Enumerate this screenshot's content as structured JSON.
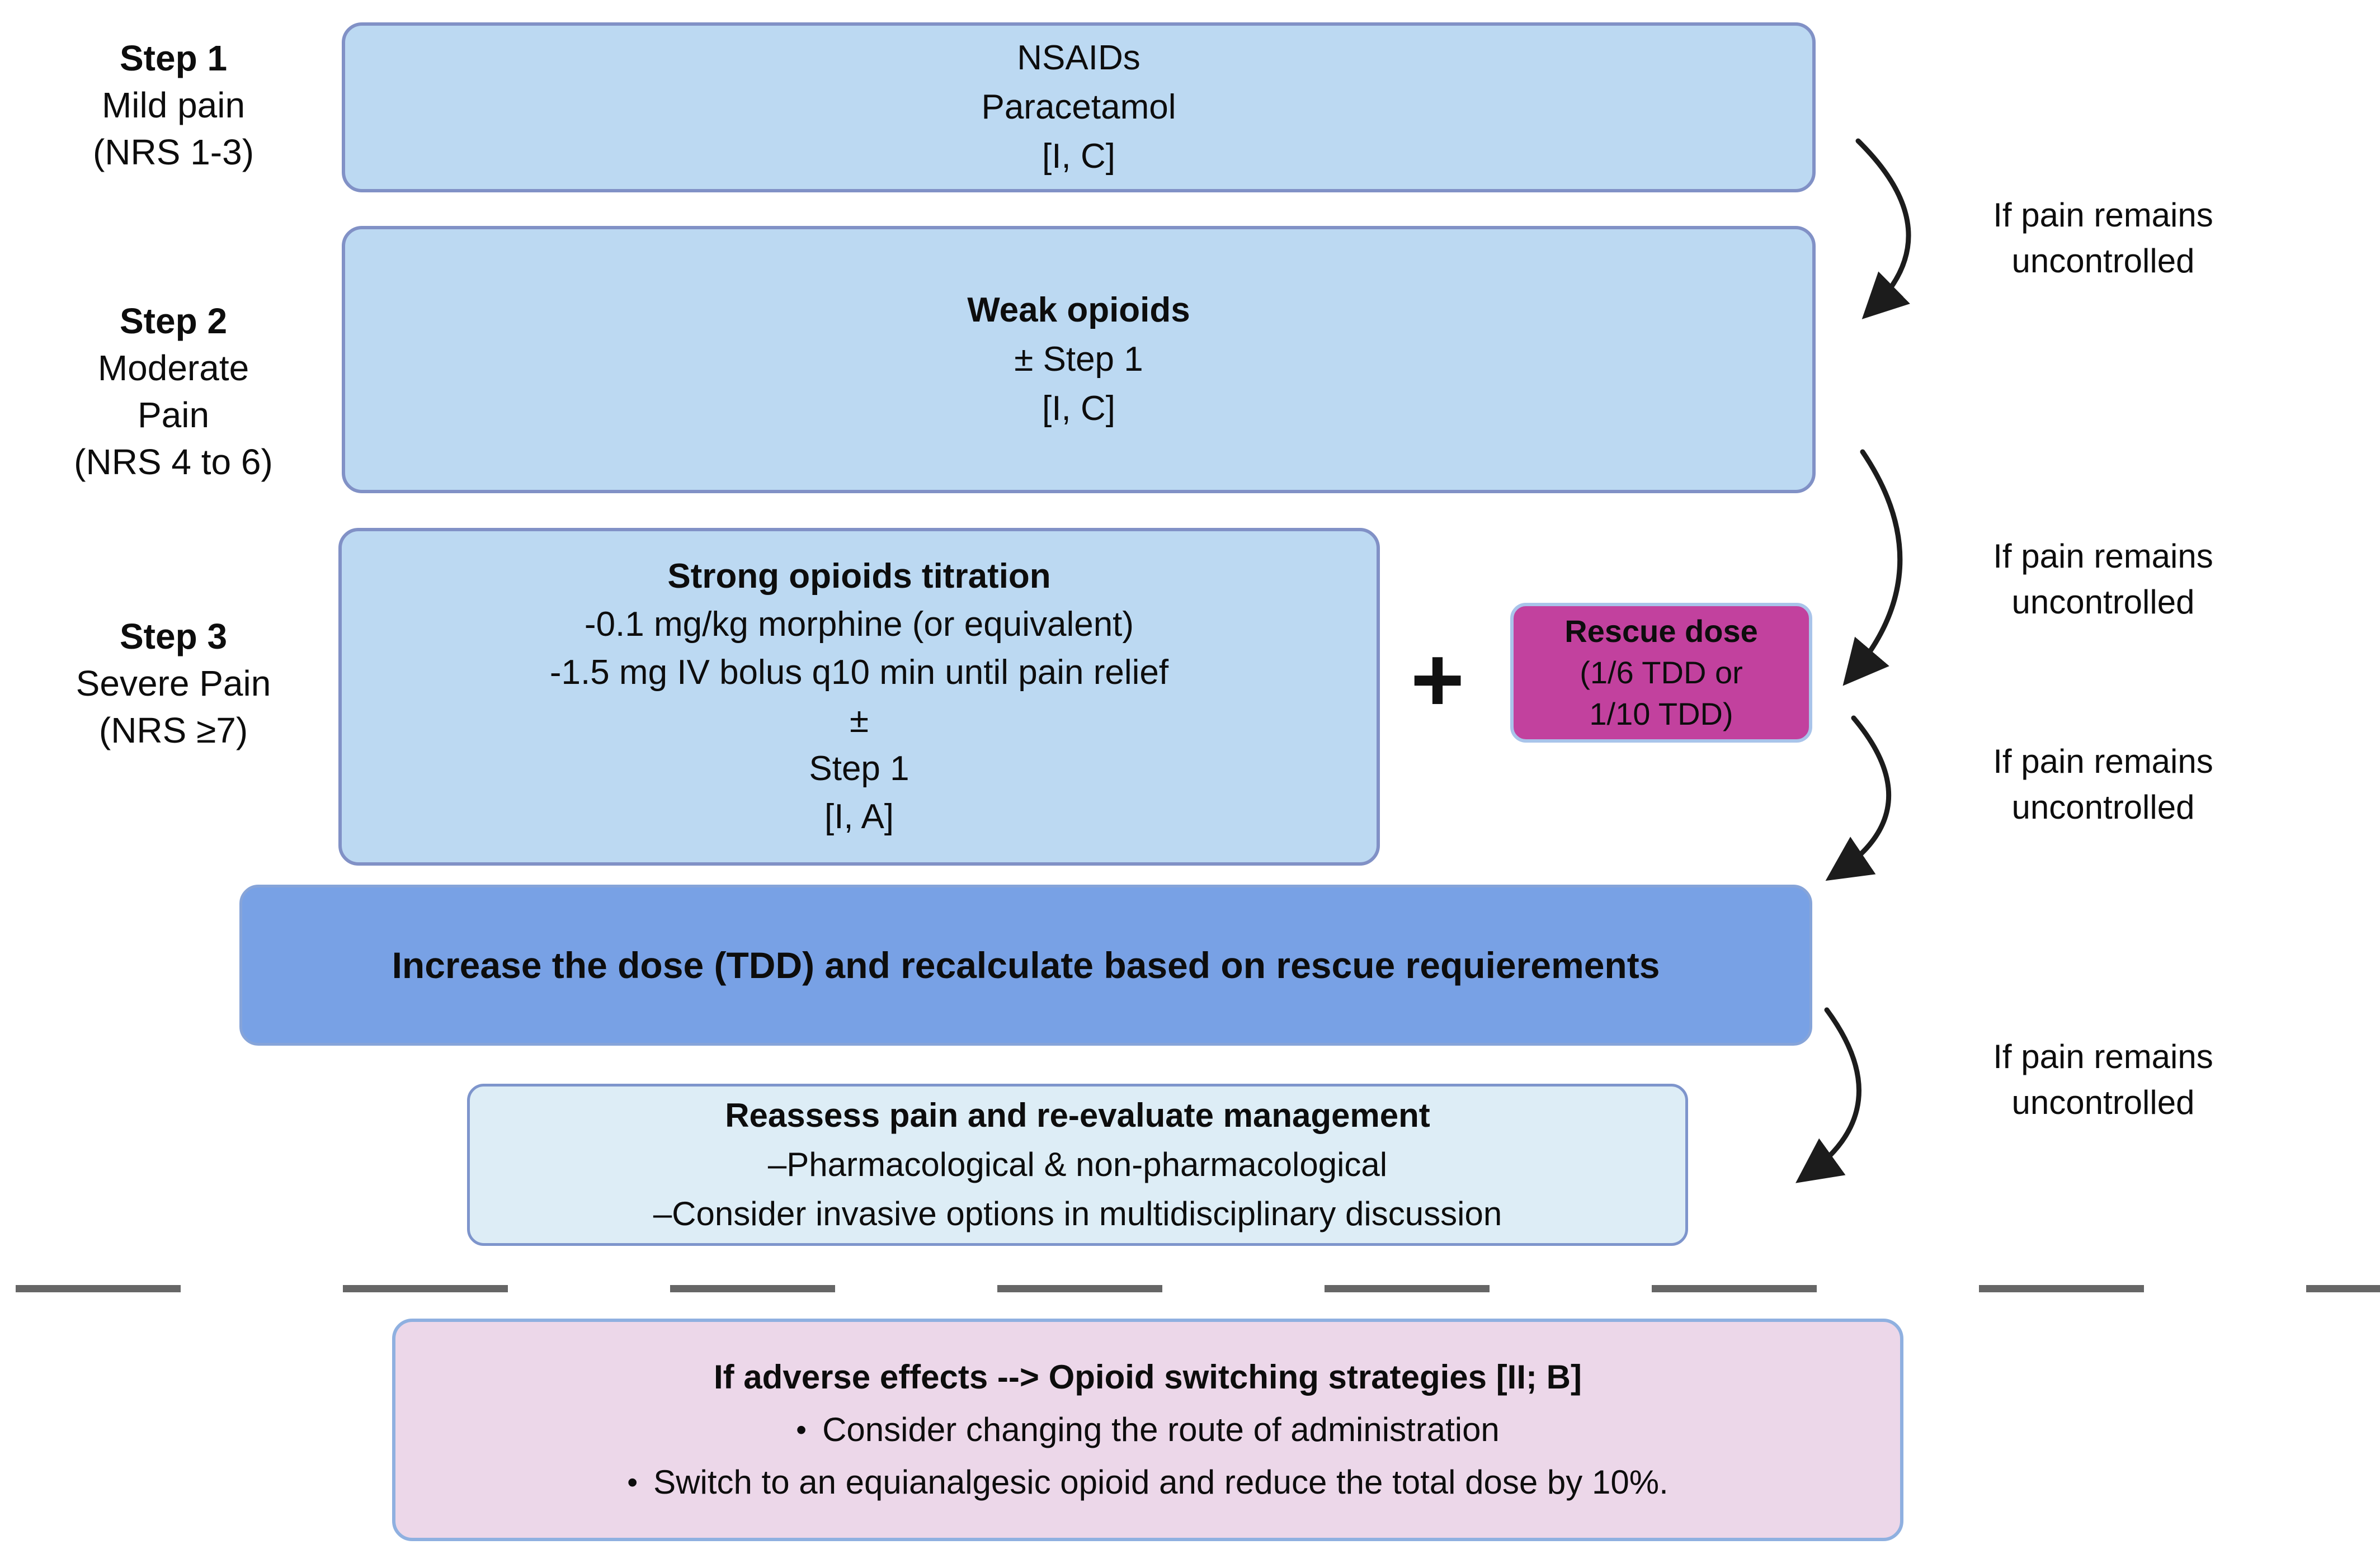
{
  "palette": {
    "box_fill_light_blue": "#bcd9f2",
    "box_border_blue": "#8191c6",
    "bar_fill_blue": "#78a1e5",
    "reassess_fill": "#ddedf6",
    "adverse_fill_pink": "#ecd7e9",
    "adverse_border_blue": "#8fb0e0",
    "rescue_fill_magenta": "#c2419e",
    "rescue_border_light_blue": "#a9c4ea",
    "dash_gray": "#666666",
    "text_black": "#0d0d0d"
  },
  "steps": [
    {
      "title": "Step 1",
      "lines": [
        "Mild pain",
        "(NRS 1-3)"
      ]
    },
    {
      "title": "Step 2",
      "lines": [
        "Moderate",
        "Pain",
        "(NRS 4 to 6)"
      ]
    },
    {
      "title": "Step 3",
      "lines": [
        "Severe Pain",
        "(NRS ≥7)"
      ]
    }
  ],
  "boxes": {
    "step1": {
      "lines": [
        "NSAIDs",
        "Paracetamol",
        "[I, C]"
      ]
    },
    "step2": {
      "title": "Weak opioids",
      "lines": [
        "± Step 1",
        "[I, C]"
      ]
    },
    "step3": {
      "title": "Strong opioids titration",
      "lines": [
        "-0.1 mg/kg morphine (or equivalent)",
        "-1.5 mg IV bolus q10 min until pain relief",
        "±",
        "Step 1",
        "[I, A]"
      ]
    },
    "rescue": {
      "title": "Rescue dose",
      "lines": [
        "(1/6 TDD or",
        "1/10 TDD)"
      ]
    },
    "increase": {
      "text": "Increase the dose (TDD) and recalculate based on rescue requierements"
    },
    "reassess": {
      "title": "Reassess pain and re-evaluate management",
      "lines": [
        "–Pharmacological & non-pharmacological",
        "–Consider invasive options in multidisciplinary discussion"
      ]
    },
    "adverse": {
      "title": "If adverse effects --> Opioid switching strategies [II; B]",
      "bullet_glyph": "•",
      "bullets": [
        "Consider changing the route of administration",
        "Switch to an equianalgesic opioid and reduce the total dose by 10%."
      ]
    }
  },
  "plus_sign": "+",
  "uncontrolled_label": {
    "line1": "If pain remains",
    "line2": "uncontrolled"
  }
}
